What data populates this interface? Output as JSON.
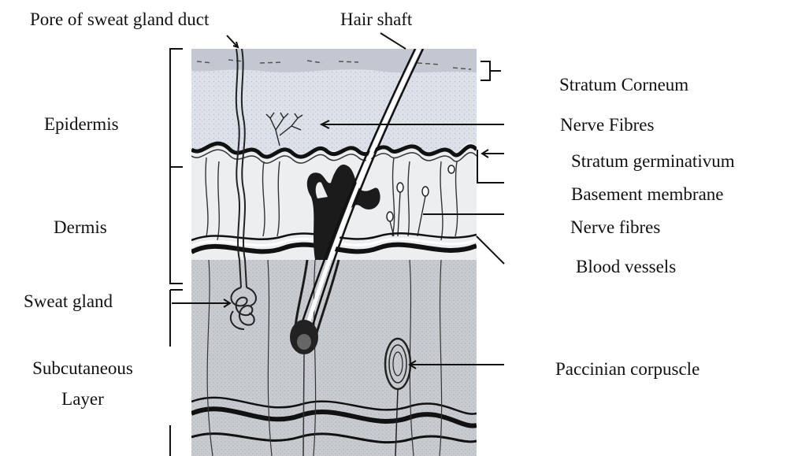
{
  "diagram": {
    "labels": {
      "pore": "Pore of sweat gland duct",
      "hair_shaft": "Hair shaft",
      "epidermis": "Epidermis",
      "dermis": "Dermis",
      "sweat_gland": "Sweat gland",
      "subcutaneous_line1": "Subcutaneous",
      "subcutaneous_line2": "Layer",
      "stratum_corneum": "Stratum Corneum",
      "nerve_fibres_upper": "Nerve Fibres",
      "stratum_germinativum": "Stratum germinativum",
      "basement_membrane": "Basement membrane",
      "nerve_fibres_lower": "Nerve fibres",
      "blood_vessels": "Blood vessels",
      "paccinian": "Paccinian corpuscle"
    },
    "colors": {
      "ink": "#111111",
      "epidermis_fill": "#d9dde6",
      "dermis_fill": "#e9ebee",
      "subcutaneous_fill": "#c9cccf",
      "corneum_fill": "#c4c8d2"
    }
  }
}
